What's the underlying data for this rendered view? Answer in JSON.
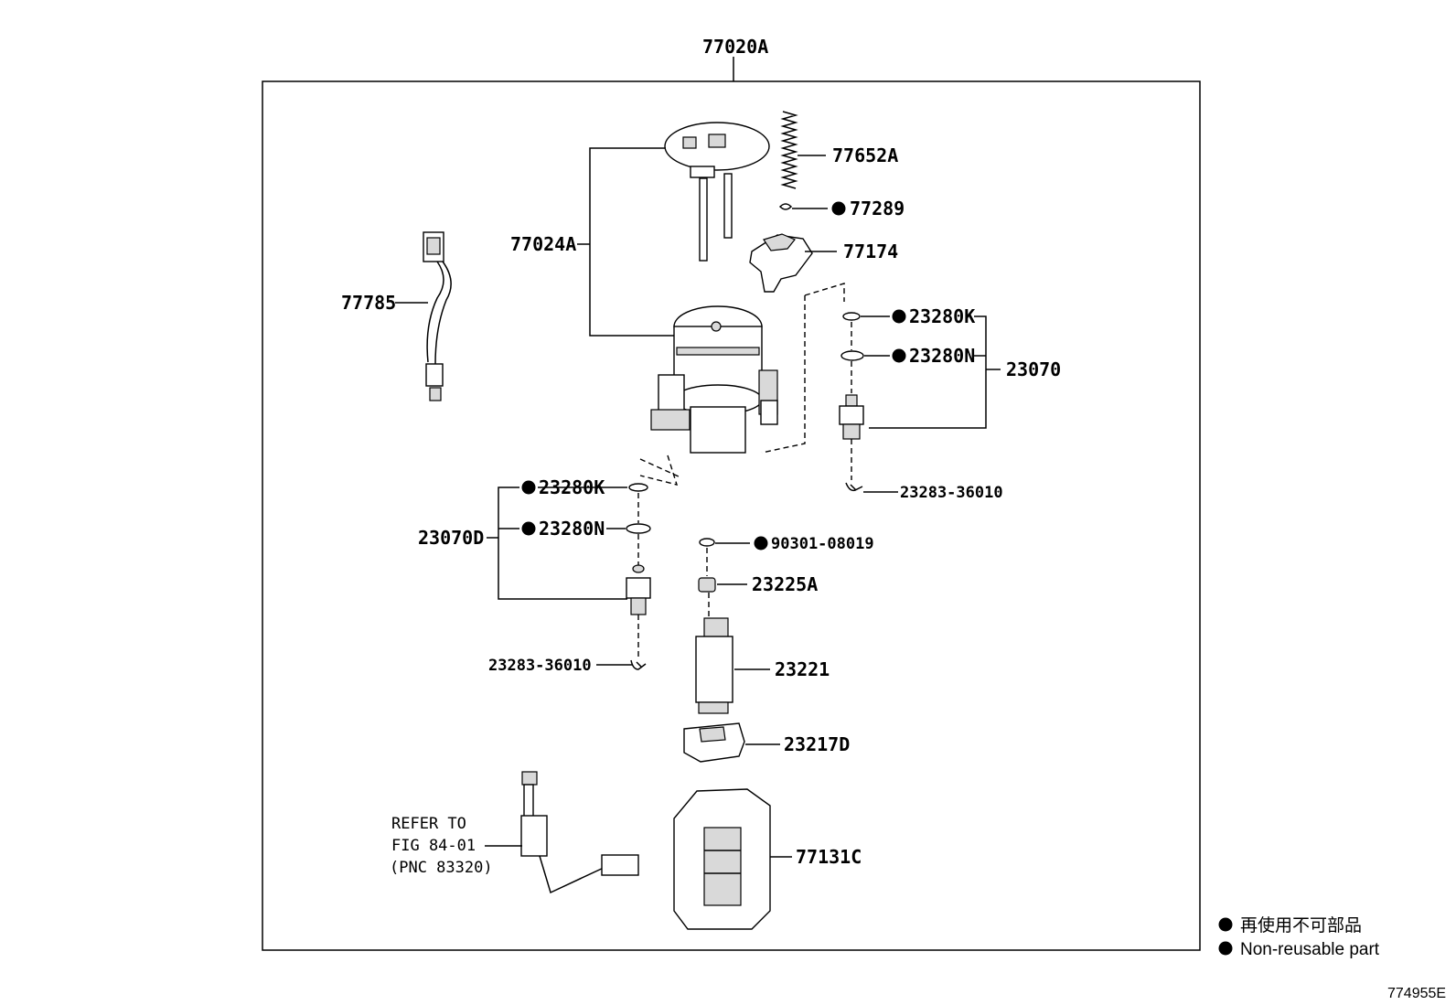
{
  "assembly": {
    "label": "77020A"
  },
  "callouts": {
    "p77652A": "77652A",
    "p77289": "77289",
    "p77024A": "77024A",
    "p77174": "77174",
    "p77785": "77785",
    "p23280K_r": "23280K",
    "p23280N_r": "23280N",
    "p23070": "23070",
    "p23283_r": "23283-36010",
    "p23280K_l": "23280K",
    "p23280N_l": "23280N",
    "p23070D": "23070D",
    "p90301": "90301-08019",
    "p23225A": "23225A",
    "p23283_l": "23283-36010",
    "p23221": "23221",
    "p23217D": "23217D",
    "p77131C": "77131C"
  },
  "reference_note": {
    "line1": "REFER TO",
    "line2": "FIG 84-01",
    "line3": "(PNC 83320)"
  },
  "legend": {
    "japanese": "再使用不可部品",
    "english": "Non-reusable part"
  },
  "figure_id": "774955E"
}
